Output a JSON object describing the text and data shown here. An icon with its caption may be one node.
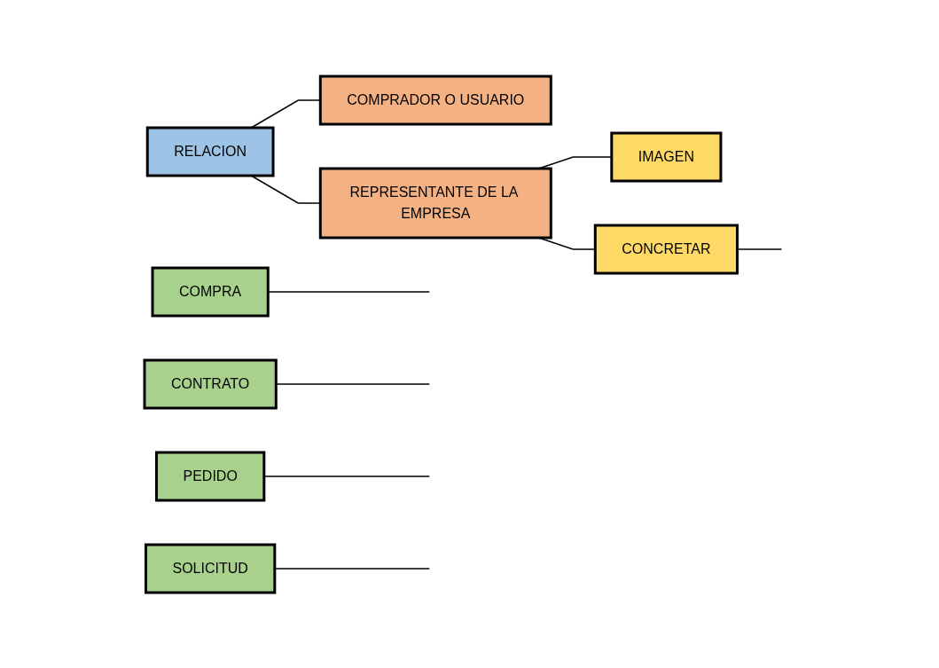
{
  "diagram": {
    "nodes": [
      {
        "text": [
          "COMPRADOR O USUARIO"
        ]
      },
      {
        "text": [
          "RELACION"
        ]
      },
      {
        "text": [
          "REPRESENTANTE DE LA EMPRESA"
        ]
      },
      {
        "text": [
          "IMAGEN"
        ]
      },
      {
        "text": [
          "CONCRETAR"
        ]
      },
      {
        "text": [
          "COMPRA"
        ]
      },
      {
        "text": [
          "CONTRATO"
        ]
      },
      {
        "text": [
          "PEDIDO"
        ]
      },
      {
        "text": [
          "SOLICITUD"
        ]
      }
    ],
    "edges": [
      {
        "from": 1,
        "to": 0,
        "arrow": "none"
      },
      {
        "from": 1,
        "to": 2,
        "arrow": "none"
      },
      {
        "from": 2,
        "to": 3,
        "arrow": "none"
      },
      {
        "from": 2,
        "to": 4,
        "arrow": "none"
      },
      {
        "from": 4,
        "to": null,
        "arrow": "none"
      },
      {
        "from": 5,
        "to": null,
        "arrow": "none"
      },
      {
        "from": 6,
        "to": null,
        "arrow": "none"
      },
      {
        "from": 7,
        "to": null,
        "arrow": "none"
      },
      {
        "from": 8,
        "to": null,
        "arrow": "none"
      }
    ]
  }
}
